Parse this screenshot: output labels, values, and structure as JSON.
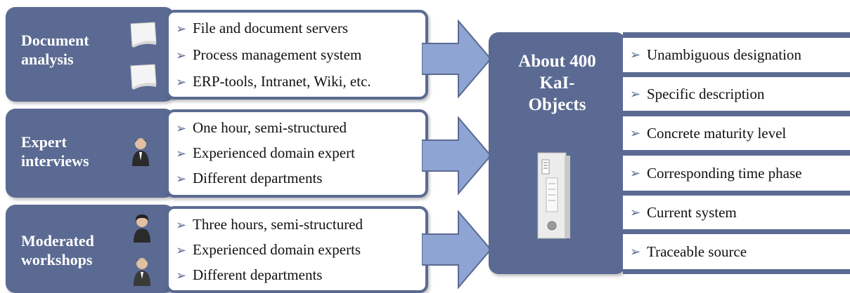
{
  "sources": [
    {
      "title_lines": [
        "Document",
        "analysis"
      ],
      "icons": [
        "document-icon",
        "document-icon"
      ],
      "bullets": [
        "File and document servers",
        "Process management system",
        "ERP-tools, Intranet, Wiki, etc."
      ]
    },
    {
      "title_lines": [
        "Expert",
        "interviews"
      ],
      "icons": [
        "person-icon"
      ],
      "bullets": [
        "One hour, semi-structured",
        "Experienced domain expert",
        "Different departments"
      ]
    },
    {
      "title_lines": [
        "Moderated",
        "workshops"
      ],
      "icons": [
        "person-icon",
        "person-icon"
      ],
      "bullets": [
        "Three hours, semi-structured",
        "Experienced domain experts",
        "Different departments"
      ]
    }
  ],
  "result": {
    "title_lines": [
      "About 400",
      "KaI-",
      "Objects"
    ],
    "icon": "binder-folder-icon",
    "properties": [
      "Unambiguous designation",
      "Specific description",
      "Concrete maturity level",
      "Corresponding time phase",
      "Current system",
      "Traceable source"
    ]
  },
  "colors": {
    "primary": "#5b6a92",
    "arrow": "#8ea4d2"
  }
}
